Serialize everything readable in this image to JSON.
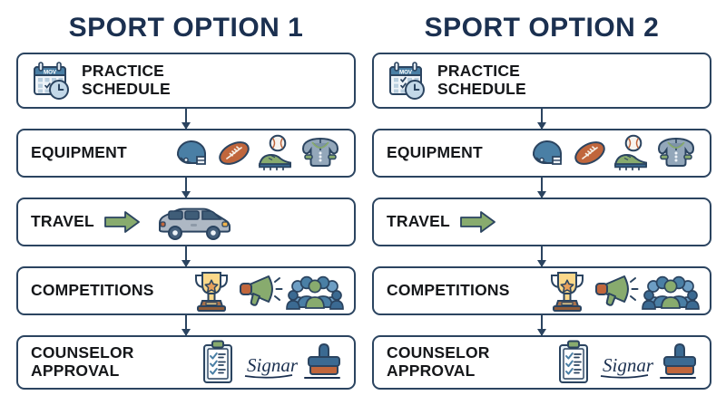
{
  "columns": [
    {
      "title": "SPORT OPTION 1",
      "steps": [
        {
          "label": "PRACTICE\nSCHEDULE",
          "icons": [
            "calendar-clock-icon"
          ],
          "icon_position": "left",
          "calendar_month": "MOV"
        },
        {
          "label": "EQUIPMENT",
          "icons": [
            "football-helmet-icon",
            "football-icon",
            "baseball-icon",
            "cleat-icon",
            "shoulder-pads-icon"
          ],
          "icon_position": "right"
        },
        {
          "label": "TRAVEL",
          "icons": [
            "green-arrow-icon",
            "van-icon"
          ],
          "icon_position": "inline"
        },
        {
          "label": "COMPETITIONS",
          "icons": [
            "trophy-icon",
            "megaphone-icon",
            "crowd-icon"
          ],
          "icon_position": "right"
        },
        {
          "label": "COUNSELOR\nAPPROVAL",
          "icons": [
            "clipboard-checklist-icon",
            "signature-stamp-icon"
          ],
          "icon_position": "right",
          "signature_text": "Signar"
        }
      ]
    },
    {
      "title": "SPORT OPTION 2",
      "steps": [
        {
          "label": "PRACTICE\nSCHEDULE",
          "icons": [
            "calendar-clock-icon"
          ],
          "icon_position": "left",
          "calendar_month": "MOV"
        },
        {
          "label": "EQUIPMENT",
          "icons": [
            "football-helmet-icon",
            "football-icon",
            "baseball-icon",
            "cleat-icon",
            "shoulder-pads-icon"
          ],
          "icon_position": "right"
        },
        {
          "label": "TRAVEL",
          "icons": [
            "green-arrow-icon"
          ],
          "icon_position": "inline"
        },
        {
          "label": "COMPETITIONS",
          "icons": [
            "trophy-icon",
            "megaphone-icon",
            "crowd-icon"
          ],
          "icon_position": "right"
        },
        {
          "label": "COUNSELOR\nAPPROVAL",
          "icons": [
            "clipboard-checklist-icon",
            "signature-stamp-icon"
          ],
          "icon_position": "right",
          "signature_text": "Signar"
        }
      ]
    }
  ],
  "colors": {
    "title": "#1b3050",
    "box_border": "#2b4460",
    "label": "#15171a",
    "background": "#ffffff",
    "accent_green": "#88ab6e",
    "accent_blue": "#4a7fa5",
    "accent_gold": "#fbd88a",
    "accent_orange": "#c0663c",
    "van_gray": "#aeb8c4"
  }
}
